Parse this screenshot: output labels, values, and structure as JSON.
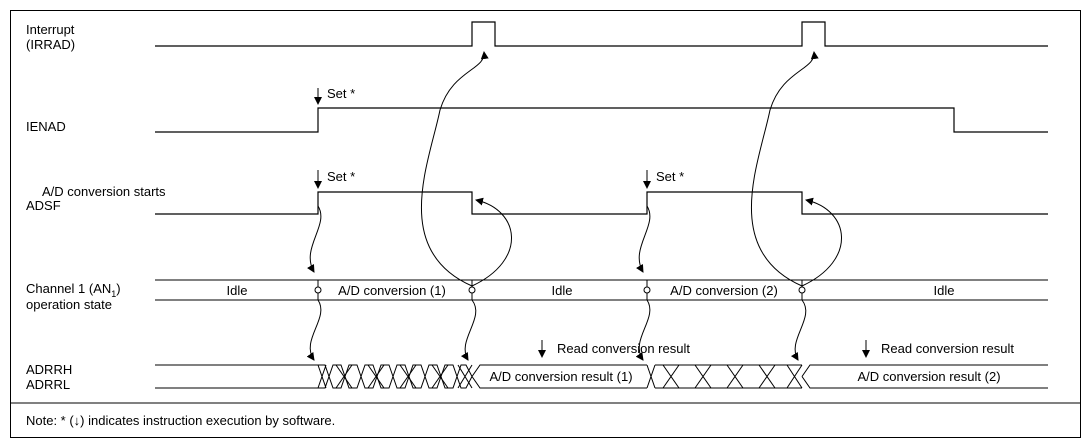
{
  "signals": {
    "irrad": {
      "line1": "Interrupt",
      "line2": "(IRRAD)"
    },
    "ienad": {
      "label": "IENAD"
    },
    "adsf": {
      "label": "ADSF"
    },
    "channel": {
      "line1_pre": "Channel 1 (AN",
      "line1_sub": "1",
      "line1_post": ")",
      "line2": "operation state"
    },
    "adrr": {
      "line1": "ADRRH",
      "line2": "ADRRL"
    }
  },
  "annotations": {
    "set_ienad": "Set *",
    "set_adsf_1": "Set *",
    "set_adsf_2": "Set *",
    "conversion_starts": "A/D conversion starts",
    "read_result_1": "Read conversion result",
    "read_result_2": "Read conversion result"
  },
  "states": {
    "idle_1": "Idle",
    "conversion_1": "A/D conversion (1)",
    "idle_2": "Idle",
    "conversion_2": "A/D conversion (2)",
    "idle_3": "Idle"
  },
  "results": {
    "result_1": "A/D conversion result (1)",
    "result_2": "A/D conversion result (2)"
  },
  "note": "Note:  * (↓) indicates instruction execution by software."
}
